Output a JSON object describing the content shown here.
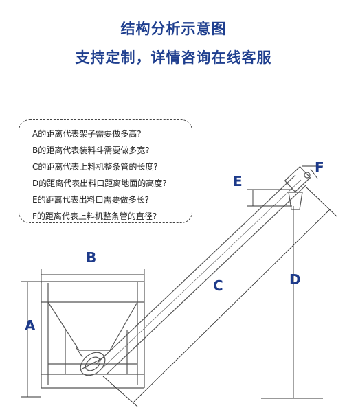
{
  "header": {
    "title": "结构分析示意图",
    "subtitle": "支持定制，详情咨询在线客服"
  },
  "legend": {
    "items": [
      "A的距离代表架子需要做多高?",
      "B的距离代表装料斗需要做多宽?",
      "C的距离代表上料机整条管的长度?",
      "D的距离代表出料口距离地面的高度?",
      "E的距离代表出料口需要做多长?",
      "F的距离代表上料机整条管的直径?"
    ]
  },
  "dimensions": {
    "A": "A",
    "B": "B",
    "C": "C",
    "D": "D",
    "E": "E",
    "F": "F"
  }
}
